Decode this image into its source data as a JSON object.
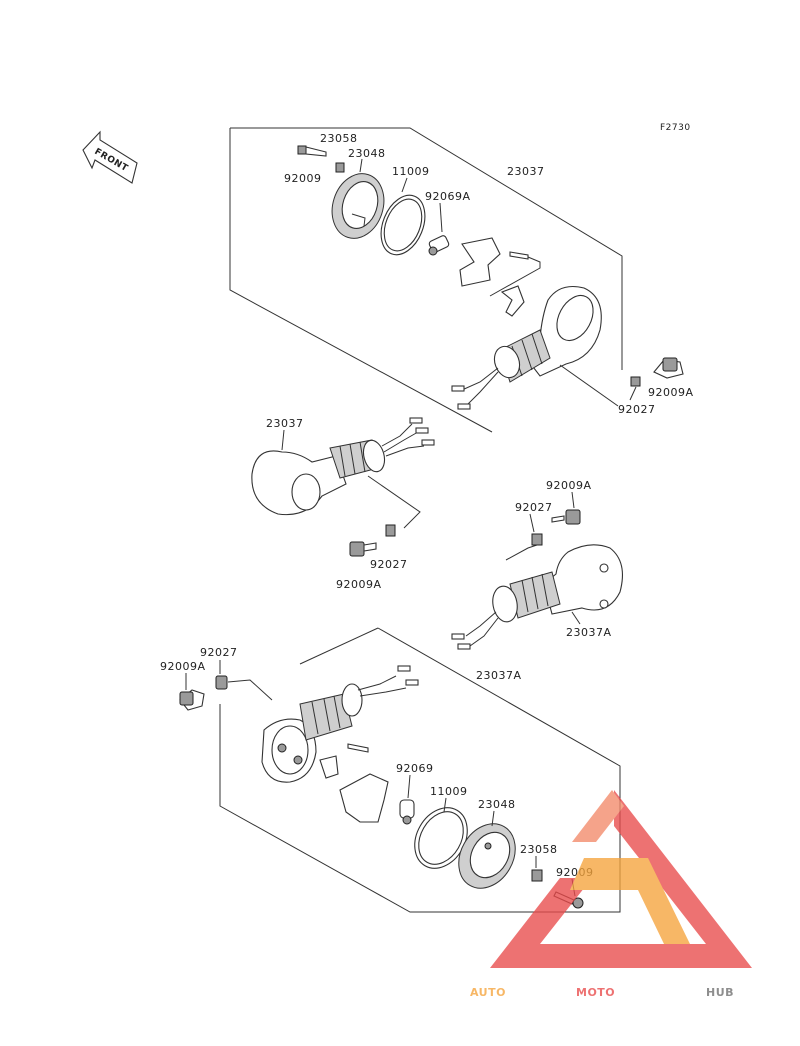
{
  "figure_code": "F2730",
  "front_label": "FRONT",
  "watermark": {
    "part1": "AUTO",
    "part2": "MOTO",
    "part3": "HUB",
    "color_orange": "#f5a43c",
    "color_red": "#e94b4b",
    "color_gray": "#6f6f6f"
  },
  "callouts": {
    "top_23058": "23058",
    "top_23048": "23048",
    "top_92009": "92009",
    "top_11009": "11009",
    "top_92069A": "92069A",
    "top_23037": "23037",
    "top_92009A": "92009A",
    "top_92027": "92027",
    "left_23037": "23037",
    "left_92027": "92027",
    "left_92009A": "92009A",
    "right_92009A": "92009A",
    "right_92027": "92027",
    "right_23037A": "23037A",
    "bot_92027": "92027",
    "bot_92009A": "92009A",
    "bot_23037A": "23037A",
    "bot_92069": "92069",
    "bot_11009": "11009",
    "bot_23048": "23048",
    "bot_23058": "23058",
    "bot_92009": "92009"
  }
}
